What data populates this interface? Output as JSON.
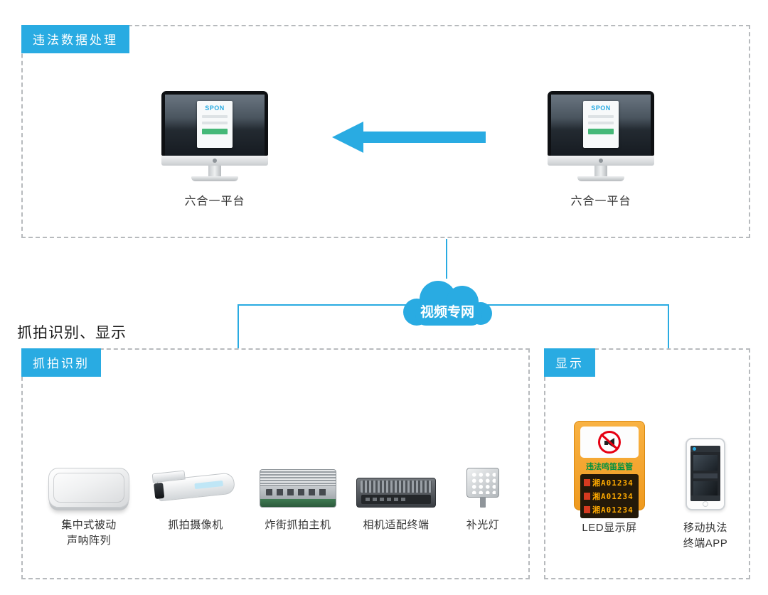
{
  "colors": {
    "accent": "#29abe2",
    "sign_orange": "#f5a623",
    "led_amber": "#ffaa00",
    "button_green": "#45b878"
  },
  "top_section": {
    "tab": "违法数据处理",
    "left_monitor": {
      "label": "六合一平台",
      "brand": "SPON"
    },
    "right_monitor": {
      "label": "六合一平台",
      "brand": "SPON"
    }
  },
  "network": {
    "cloud_label": "视频专网"
  },
  "middle": {
    "section_title": "抓拍识别、显示"
  },
  "capture_section": {
    "tab": "抓拍识别",
    "devices": [
      {
        "label": "集中式被动\n声呐阵列"
      },
      {
        "label": "抓拍摄像机"
      },
      {
        "label": "炸街抓拍主机"
      },
      {
        "label": "相机适配终端"
      },
      {
        "label": "补光灯"
      }
    ]
  },
  "display_section": {
    "tab": "显示",
    "led_sign": {
      "title": "违法鸣笛监管",
      "plates": [
        "湘A01234",
        "湘A01234",
        "湘A01234"
      ],
      "label": "LED显示屏"
    },
    "mobile_app": {
      "label": "移动执法\n终端APP"
    }
  }
}
